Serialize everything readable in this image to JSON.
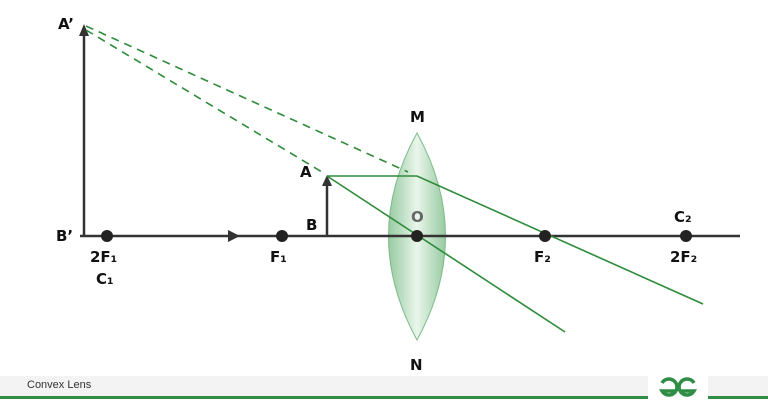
{
  "labels": {
    "a_prime": "A’",
    "b_prime": "B’",
    "a": "A",
    "b": "B",
    "m": "M",
    "n": "N",
    "o": "O",
    "f1": "F₁",
    "f2": "F₂",
    "two_f1": "2F₁",
    "c1": "C₁",
    "two_f2": "2F₂",
    "c2": "C₂"
  },
  "footer": {
    "title": "Convex Lens",
    "logo": "GfG"
  },
  "colors": {
    "ray": "#2e8b3a",
    "axis": "#333333",
    "lens": "#8fc79a",
    "brand": "#2f8d46"
  }
}
